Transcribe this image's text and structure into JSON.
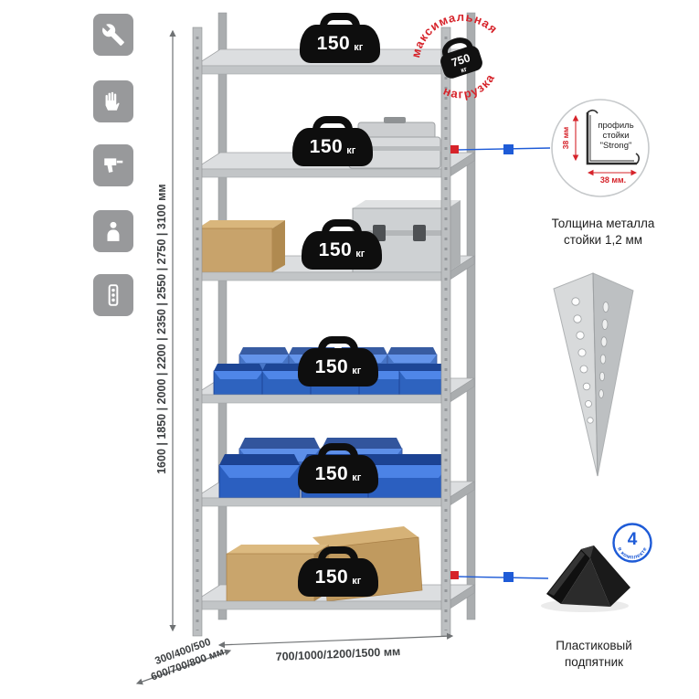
{
  "colors": {
    "red": "#d6232a",
    "blue": "#1e5bd7",
    "metal": "#c7cacc",
    "dark": "#0e0e0e"
  },
  "feature_icons": [
    {
      "name": "wrench"
    },
    {
      "name": "glove"
    },
    {
      "name": "drill"
    },
    {
      "name": "person"
    },
    {
      "name": "level"
    }
  ],
  "stamp": {
    "arc_top": "максимальная",
    "arc_bottom": "нагрузка",
    "weight_value": "750",
    "weight_unit": "кг"
  },
  "rack": {
    "shelf_loads": [
      {
        "value": "150",
        "unit": "кг"
      },
      {
        "value": "150",
        "unit": "кг"
      },
      {
        "value": "150",
        "unit": "кг"
      },
      {
        "value": "150",
        "unit": "кг"
      },
      {
        "value": "150",
        "unit": "кг"
      },
      {
        "value": "150",
        "unit": "кг"
      }
    ]
  },
  "dimensions": {
    "height": "1600 | 1850 | 2000 | 2200 | 2350 | 2550 | 2750 | 3100 мм",
    "depth_line1": "300/400/500",
    "depth_line2": "600/700/800 мм",
    "width": "700/1000/1200/1500 мм"
  },
  "profile_callout": {
    "line1": "профиль",
    "line2": "стойки",
    "line3": "\"Strong\"",
    "dim_v": "38 мм",
    "dim_h": "38 мм.",
    "caption1": "Толщина металла",
    "caption2": "стойки 1,2 мм"
  },
  "foot_callout": {
    "badge_number": "4",
    "badge_label": "в комплекте",
    "caption1": "Пластиковый",
    "caption2": "подпятник"
  }
}
